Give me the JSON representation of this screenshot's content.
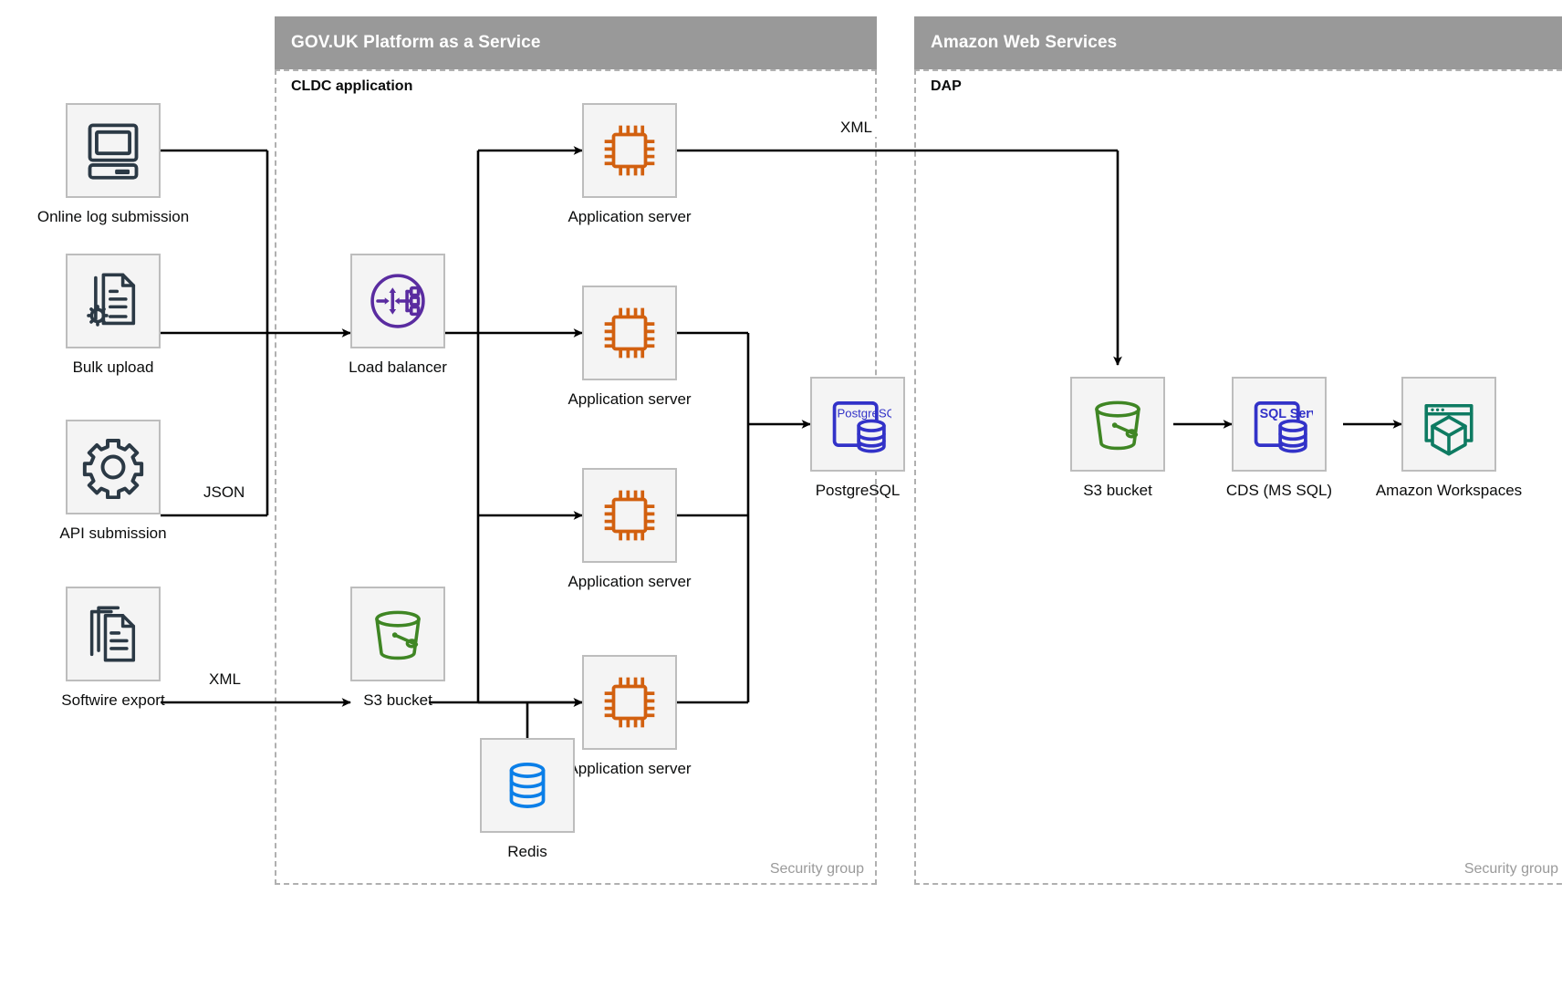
{
  "groups": [
    {
      "id": "paas",
      "title": "GOV.UK Platform as a Service",
      "sub_label": "CLDC application",
      "security_label": "Security group"
    },
    {
      "id": "aws",
      "title": "Amazon Web Services",
      "sub_label": "DAP",
      "security_label": "Security group"
    }
  ],
  "nodes": {
    "online_log": {
      "label": "Online log submission",
      "icon": "desktop-computer-icon",
      "color": "#2b3945"
    },
    "bulk_upload": {
      "label": "Bulk upload",
      "icon": "document-gear-icon",
      "color": "#2b3945"
    },
    "api_submission": {
      "label": "API submission",
      "icon": "gear-icon",
      "color": "#2b3945"
    },
    "softwire_export": {
      "label": "Softwire export",
      "icon": "documents-stack-icon",
      "color": "#2b3945"
    },
    "load_balancer": {
      "label": "Load balancer",
      "icon": "load-balancer-icon",
      "color": "#5a2ca0"
    },
    "app_server_1": {
      "label": "Application server",
      "icon": "cpu-chip-icon",
      "color": "#d2600f"
    },
    "app_server_2": {
      "label": "Application server",
      "icon": "cpu-chip-icon",
      "color": "#d2600f"
    },
    "app_server_3": {
      "label": "Application server",
      "icon": "cpu-chip-icon",
      "color": "#d2600f"
    },
    "app_server_4": {
      "label": "Application server",
      "icon": "cpu-chip-icon",
      "color": "#d2600f"
    },
    "postgresql": {
      "label": "PostgreSQL",
      "icon": "postgresql-database-icon",
      "icon_text": "PostgreSQL",
      "color": "#3232c8"
    },
    "s3_paas": {
      "label": "S3 bucket",
      "icon": "s3-bucket-icon",
      "color": "#3f8624"
    },
    "redis": {
      "label": "Redis",
      "icon": "redis-database-icon",
      "color": "#0b7fe8"
    },
    "s3_aws": {
      "label": "S3 bucket",
      "icon": "s3-bucket-icon",
      "color": "#3f8624"
    },
    "cds": {
      "label": "CDS (MS SQL)",
      "icon": "sql-server-database-icon",
      "icon_text": "SQL Server",
      "color": "#3232c8"
    },
    "workspaces": {
      "label": "Amazon Workspaces",
      "icon": "amazon-workspaces-icon",
      "color": "#0e7b62"
    }
  },
  "edge_labels": {
    "json": "JSON",
    "xml_softwire": "XML",
    "xml_to_s3": "XML"
  },
  "colors": {
    "header_gray": "#999999",
    "node_fill": "#f4f4f4",
    "node_border": "#bdbdbd",
    "wire": "#000000",
    "dashed_border": "#b0b0b0",
    "text": "#0b0c0c",
    "muted_text": "#9a9a9a"
  }
}
